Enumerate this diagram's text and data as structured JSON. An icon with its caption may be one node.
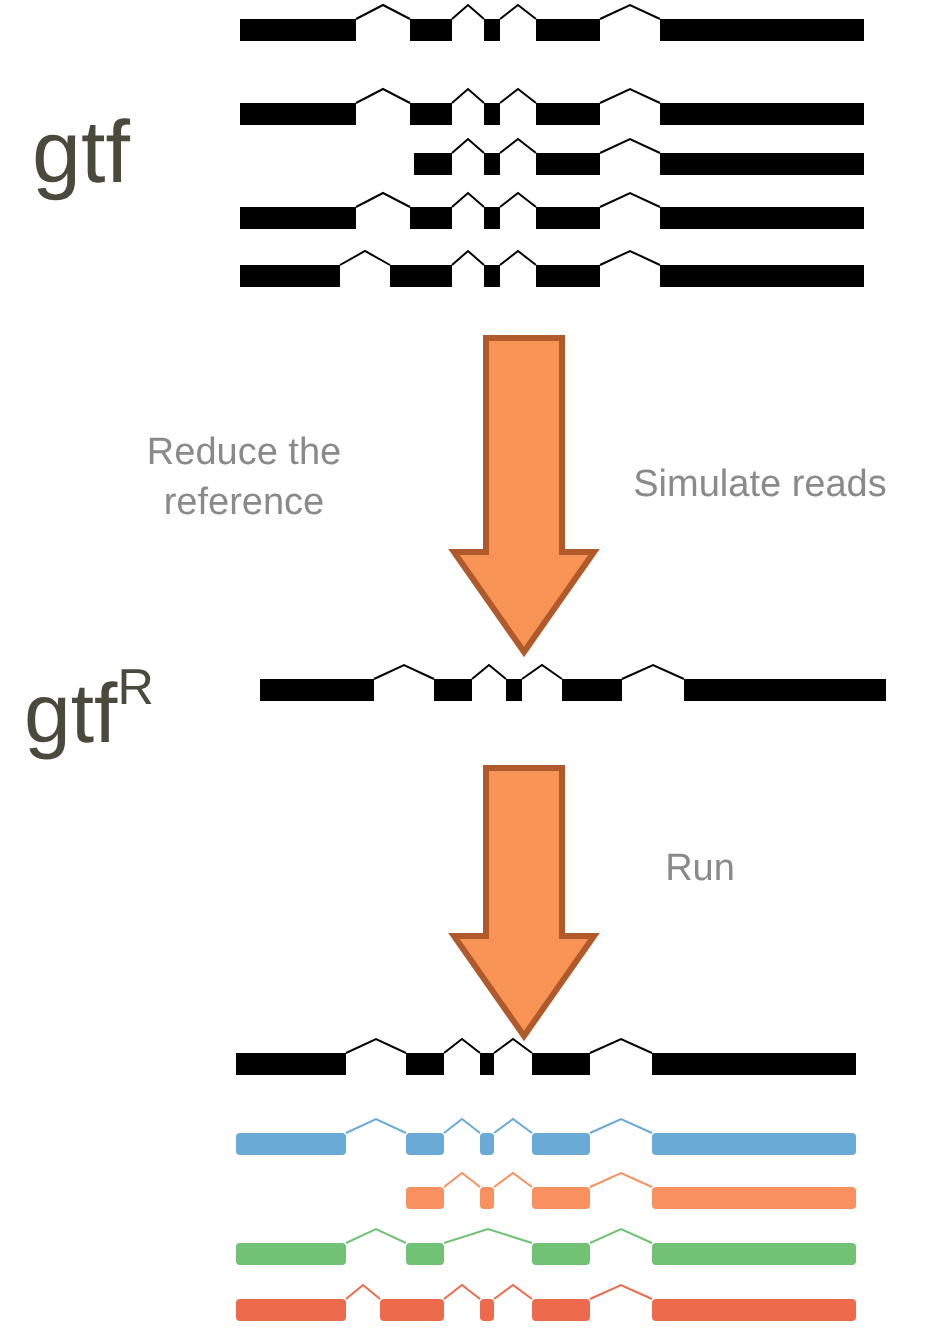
{
  "diagram": {
    "nodes": [
      {
        "text": [
          "gtf"
        ]
      },
      {
        "text": [
          "gtf$^{R}$"
        ]
      },
      {
        "text": [],
        "shape": "picture"
      }
    ],
    "edges": [
      {
        "from": 0,
        "to": 1,
        "arrow": "to",
        "style": "thick",
        "color": "#f79455"
      },
      {
        "from": 1,
        "to": 2,
        "arrow": "to",
        "style": "thick",
        "color": "#f79455"
      }
    ],
    "labels": [
      "Reduce the reference",
      "Simulate reads",
      "Run"
    ]
  }
}
